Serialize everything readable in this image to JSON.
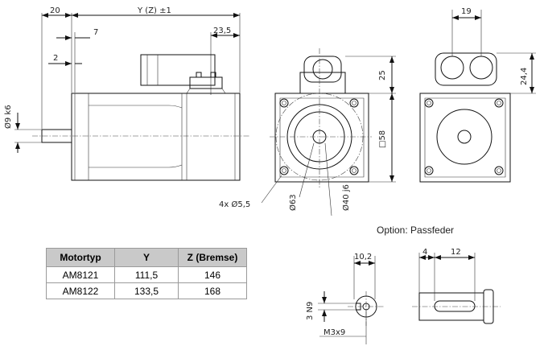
{
  "side_view": {
    "dim_20": "20",
    "dim_y": "Y (Z) ±1",
    "dim_7": "7",
    "dim_23_5": "23,5",
    "dim_2": "2",
    "dim_shaft": "Ø9 k6"
  },
  "front_view": {
    "dim_25": "25",
    "dim_58": "□58",
    "dim_holes": "4x Ø5,5",
    "dim_63": "Ø63",
    "dim_40": "Ø40 j6"
  },
  "back_view": {
    "dim_19": "19",
    "dim_24_4": "24,4"
  },
  "option": {
    "caption": "Option: Passfeder",
    "dim_10_2": "10,2",
    "dim_n9": "3 N9",
    "thread": "M3x9",
    "dim_4": "4",
    "dim_12": "12"
  },
  "table": {
    "headers": [
      "Motortyp",
      "Y",
      "Z (Bremse)"
    ],
    "rows": [
      [
        "AM8121",
        "111,5",
        "146"
      ],
      [
        "AM8122",
        "133,5",
        "168"
      ]
    ]
  }
}
